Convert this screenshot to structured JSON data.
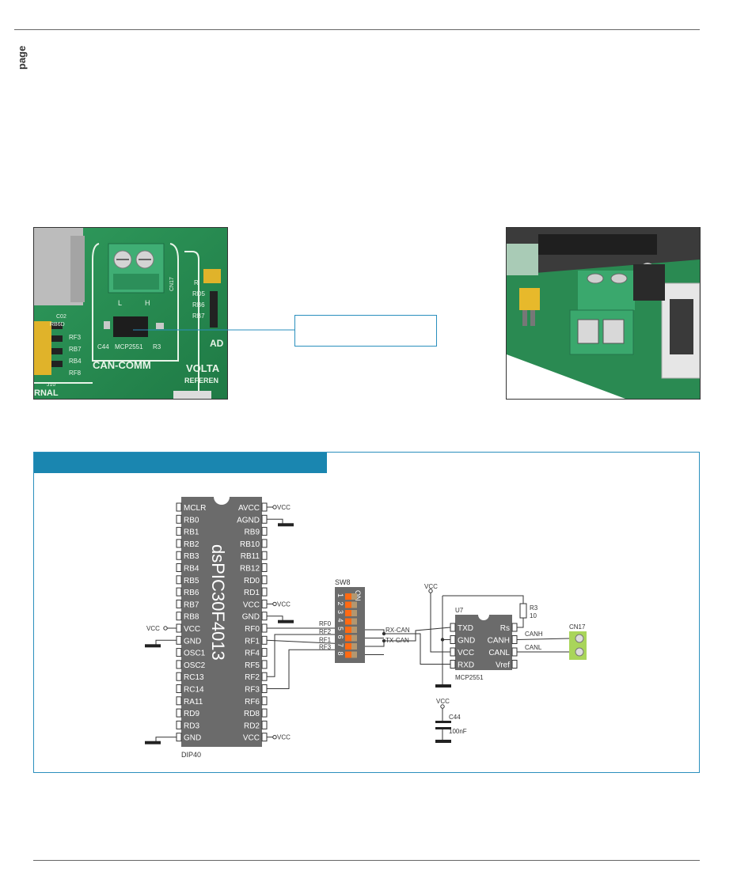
{
  "page": {
    "header_label": "page"
  },
  "photo_left": {
    "labels": {
      "cn17": "CN17",
      "l": "L",
      "h": "H",
      "c02": "C02",
      "rb6d": "RB6D",
      "rf3": "RF3",
      "rb7": "RB7",
      "rb4": "RB4",
      "rf8": "RF8",
      "j10": "J10",
      "c44": "C44",
      "mcp2551": "MCP2551",
      "r3": "R3",
      "can_comm": "CAN-COMM",
      "rd5": "RD5",
      "rb6": "RB6",
      "rb7b": "RB7",
      "ad": "AD",
      "volta": "VOLTA",
      "referen": "REFEREN",
      "rnal": "RNAL",
      "r": "R"
    }
  },
  "schematic": {
    "mcu": {
      "name": "dsPIC30F4013",
      "package": "DIP40",
      "left_pins": [
        "MCLR",
        "RB0",
        "RB1",
        "RB2",
        "RB3",
        "RB4",
        "RB5",
        "RB6",
        "RB7",
        "RB8",
        "VCC",
        "GND",
        "OSC1",
        "OSC2",
        "RC13",
        "RC14",
        "RA11",
        "RD9",
        "RD3",
        "GND"
      ],
      "right_pins": [
        "AVCC",
        "AGND",
        "RB9",
        "RB10",
        "RB11",
        "RB12",
        "RD0",
        "RD1",
        "VCC",
        "GND",
        "RF0",
        "RF1",
        "RF4",
        "RF5",
        "RF2",
        "RF3",
        "RF6",
        "RD8",
        "RD2",
        "VCC"
      ]
    },
    "vcc_label": "VCC",
    "net_labels": {
      "rf0": "RF0",
      "rf2": "RF2",
      "rf1": "RF1",
      "rf3": "RF3",
      "rx_can": "RX-CAN",
      "tx_can": "TX-CAN",
      "canh": "CANH",
      "canl": "CANL"
    },
    "switch": {
      "name": "SW8",
      "on_label": "ON",
      "numbers": [
        "1",
        "2",
        "3",
        "4",
        "5",
        "6",
        "7",
        "8"
      ]
    },
    "transceiver": {
      "ref": "U7",
      "part": "MCP2551",
      "left_pins": [
        "TXD",
        "GND",
        "VCC",
        "RXD"
      ],
      "right_pins": [
        "Rs",
        "CANH",
        "CANL",
        "Vref"
      ]
    },
    "resistor": {
      "ref": "R3",
      "value": "10"
    },
    "capacitor": {
      "ref": "C44",
      "value": "100nF"
    },
    "connector": {
      "ref": "CN17"
    }
  }
}
